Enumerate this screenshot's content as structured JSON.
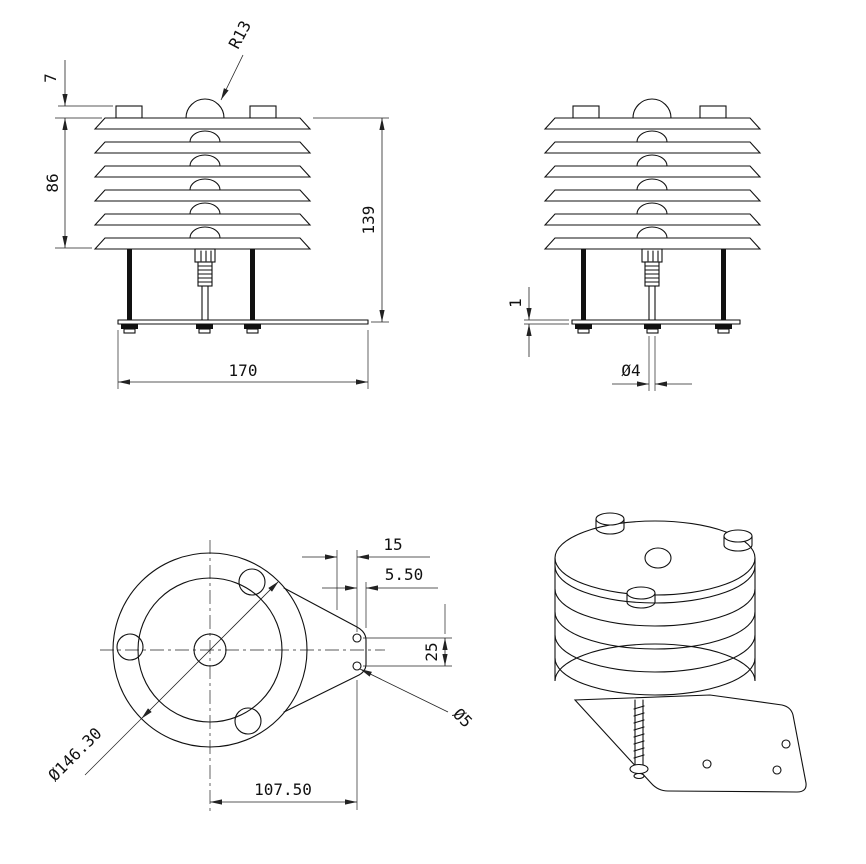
{
  "drawing": {
    "type": "engineering-drawing",
    "subject": "louvered radiation shield with mounting bracket",
    "views": {
      "front": {
        "name": "front-view",
        "dim_cap_height": "7",
        "dim_stack_height": "86",
        "dim_total_height": "139",
        "dim_base_width": "170",
        "dim_dome_radius": "R13"
      },
      "side": {
        "name": "side-view",
        "dim_plate_thickness": "1",
        "dim_rod_diameter": "Ø4"
      },
      "bottom": {
        "name": "bottom-view",
        "dim_tab_width": "15",
        "dim_hole_edge_offset": "5.50",
        "dim_hole_spacing": "25",
        "dim_hole_diameter": "Ø5",
        "dim_outer_diameter": "Ø146.30",
        "dim_center_to_holes": "107.50"
      },
      "isometric": {
        "name": "isometric-view"
      }
    },
    "colors": {
      "line": "#111111",
      "background": "#ffffff"
    }
  }
}
